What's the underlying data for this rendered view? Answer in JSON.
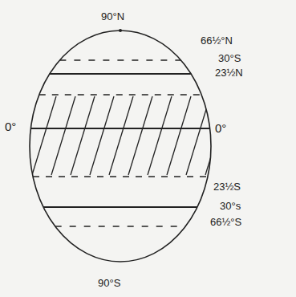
{
  "diagram": {
    "labels": [
      "90°N",
      "66½°N",
      "30°S",
      "23½N",
      "0°",
      "0°",
      "23½S",
      "30°s",
      "66½°S",
      "90°S"
    ]
  }
}
